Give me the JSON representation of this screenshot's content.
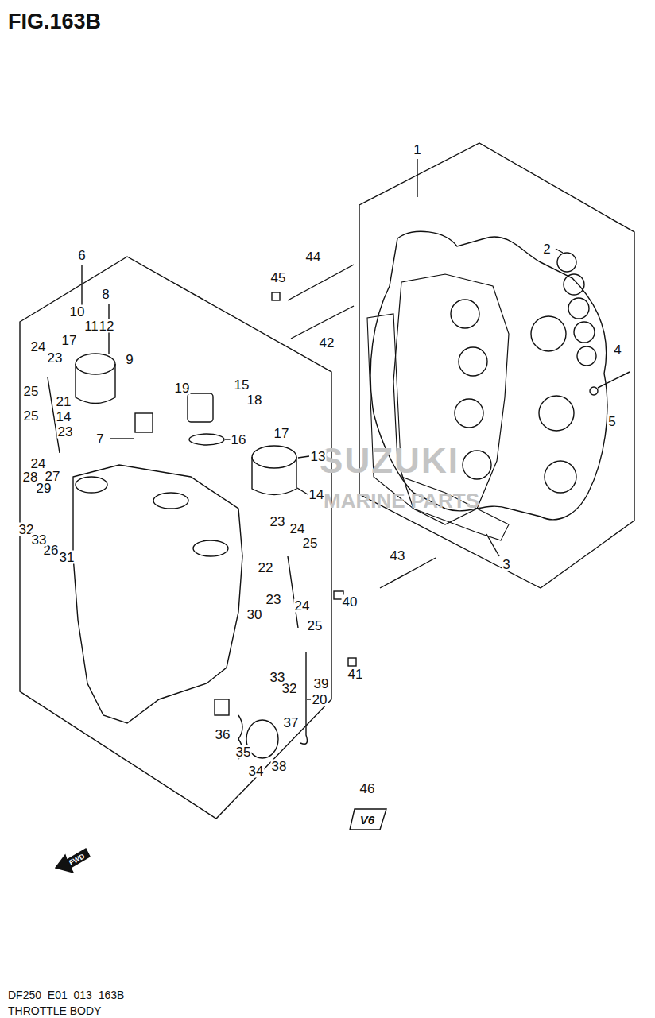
{
  "diagram": {
    "title": "FIG.163B",
    "caption": "THROTTLE BODY",
    "labels": [
      "SUZUKI",
      "MARINE PARTS",
      "1",
      "2",
      "3",
      "4",
      "5",
      "6",
      "7",
      "8",
      "9",
      "10",
      "11",
      "12",
      "13",
      "14",
      "14",
      "15",
      "16",
      "17",
      "17",
      "18",
      "19",
      "20",
      "21",
      "22",
      "23",
      "23",
      "23",
      "23",
      "24",
      "24",
      "24",
      "24",
      "25",
      "25",
      "25",
      "25",
      "26",
      "27",
      "28",
      "29",
      "30",
      "31",
      "32",
      "32",
      "33",
      "33",
      "34",
      "35",
      "36",
      "37",
      "38",
      "39",
      "40",
      "41",
      "42",
      "43",
      "44",
      "45",
      "46",
      "V6",
      "FWD",
      "DF250_E01_013_163B"
    ]
  }
}
